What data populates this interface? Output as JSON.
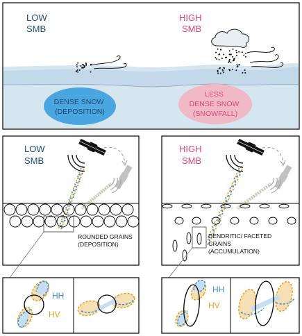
{
  "top_panel": {
    "low_smb": [
      "LOW",
      "SMB"
    ],
    "high_smb": [
      "HIGH",
      "SMB"
    ],
    "dense_snow": [
      "DENSE SNOW",
      "(DEPOSITION)"
    ],
    "less_dense_snow": [
      "LESS",
      "DENSE SNOW",
      "(SNOWFALL)"
    ]
  },
  "left_panel": {
    "title": [
      "LOW",
      "SMB"
    ],
    "grains_label": [
      "ROUNDED GRAINS",
      "(DEPOSITION)"
    ]
  },
  "right_panel": {
    "title": [
      "HIGH",
      "SMB"
    ],
    "grains_label": [
      "DENDRITIC/ FACETED",
      "GRAINS",
      "(ACCUMULATION)"
    ]
  },
  "polarization": {
    "hh": "HH",
    "hv": "HV"
  },
  "colors": {
    "low_smb_text": "#1f4e79",
    "high_smb_text": "#e0457b",
    "hh_blue": "#3d8fd6",
    "hv_orange": "#e3a324",
    "dense_snow_fill": "#4aa6e0",
    "less_dense_fill": "#efb9c6",
    "snow_layer": "#d6e6f0",
    "snow_band": "#c3d9ea"
  },
  "icons": [
    "satellite-icon",
    "cloud-icon",
    "wind-icon",
    "snow-particles-icon",
    "radar-wave-icon"
  ]
}
